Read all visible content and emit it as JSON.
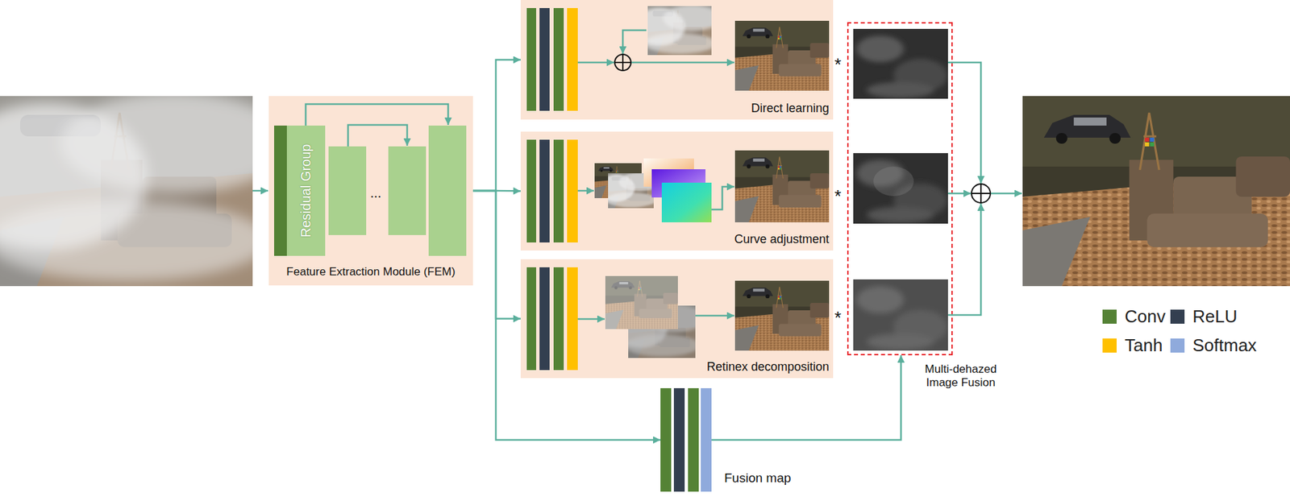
{
  "diagram": {
    "nodes": [
      {
        "text": [
          "Feature Extraction Module (FEM)"
        ]
      },
      {
        "text": [
          "Residual Group"
        ],
        "in": 0
      },
      {
        "text": [
          "Direct learning"
        ]
      },
      {
        "text": [
          "Curve adjustment"
        ]
      },
      {
        "text": [
          "Retinex decomposition"
        ]
      },
      {
        "text": [
          "Fusion map"
        ]
      },
      {
        "text": [
          "Multi-dehazed Image Fusion"
        ]
      }
    ],
    "edges": [
      {
        "from": 0,
        "to": 2,
        "arrow": "to"
      },
      {
        "from": 0,
        "to": 3,
        "arrow": "to"
      },
      {
        "from": 0,
        "to": 4,
        "arrow": "to"
      },
      {
        "from": 0,
        "to": 5,
        "arrow": "to"
      },
      {
        "from": 5,
        "to": 6,
        "arrow": "to"
      }
    ],
    "labels": [
      "...",
      "*",
      "*",
      "*"
    ],
    "legend": [
      {
        "text": "Conv",
        "color": "#548235"
      },
      {
        "text": "ReLU",
        "color": "#333f50"
      },
      {
        "text": "Tanh",
        "color": "#ffc000"
      },
      {
        "text": "Softmax",
        "color": "#8faadc"
      }
    ]
  }
}
